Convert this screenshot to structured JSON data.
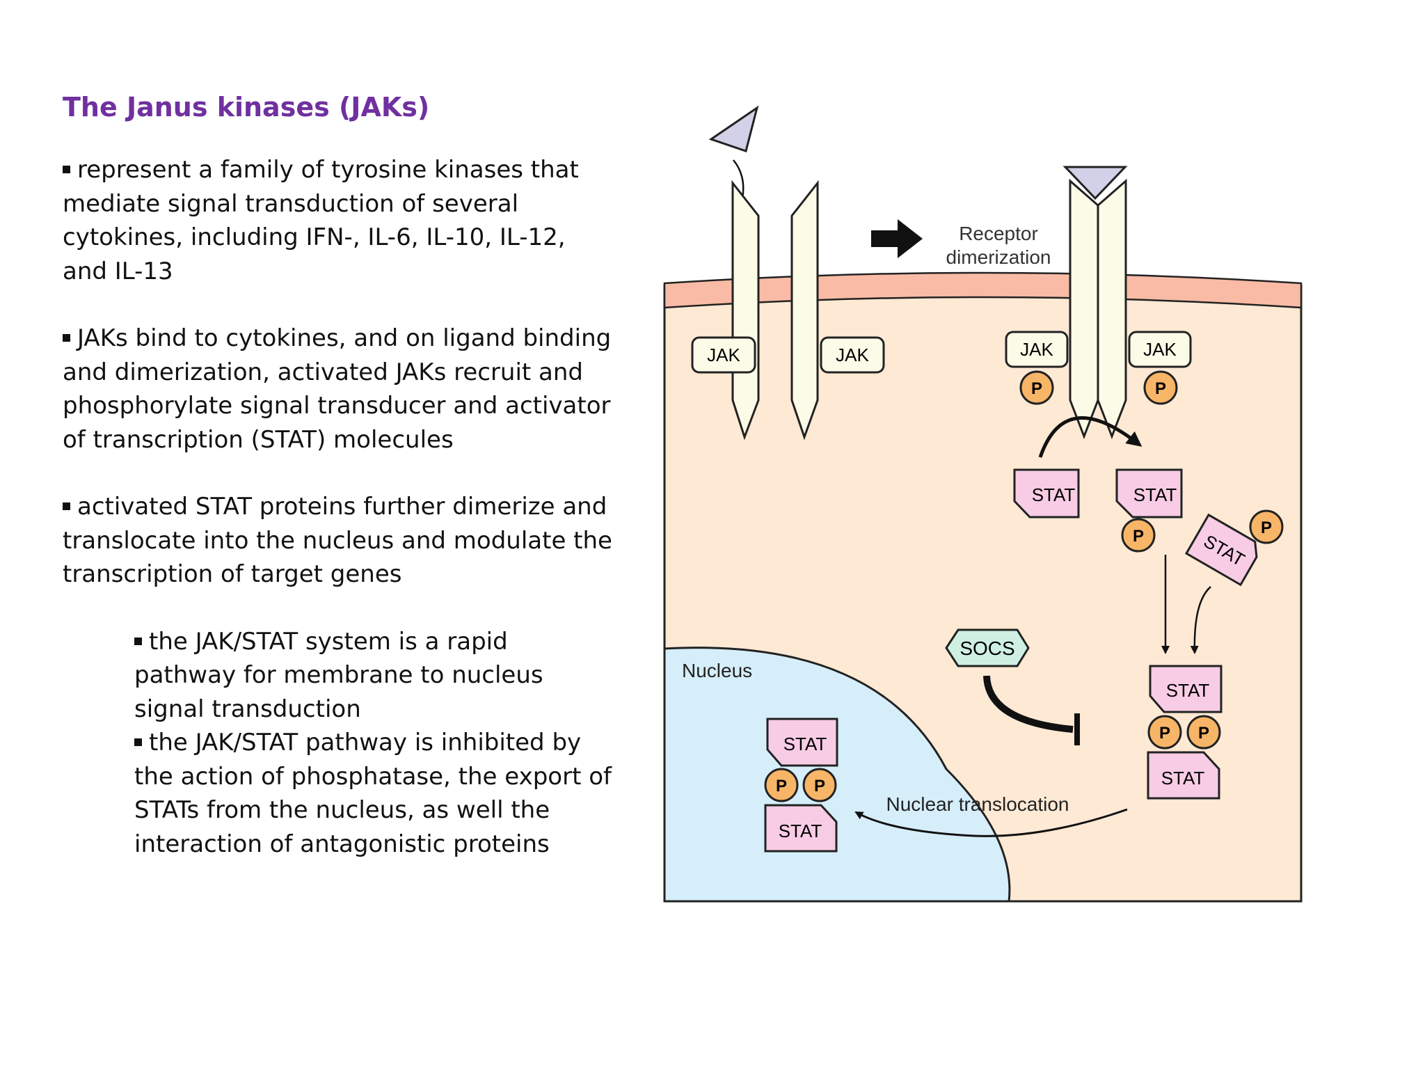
{
  "slide": {
    "title": "The Janus kinases (JAKs)",
    "bullets": [
      "represent a family of tyrosine kinases that mediate signal transduction of several cytokines, including IFN-, IL-6, IL-10, IL-12, and IL-13",
      "JAKs bind to cytokines, and on ligand binding and dimerization, activated JAKs recruit and phosphorylate signal transducer and activator of transcription (STAT) molecules",
      "activated STAT proteins further dimerize and translocate into the nucleus and modulate the transcription of target genes"
    ],
    "sub_bullets": [
      "the JAK/STAT system is a rapid pathway for membrane to nucleus signal transduction",
      "the JAK/STAT pathway is inhibited by the action of phosphatase, the export of STATs from the nucleus, as well the interaction of antagonistic proteins"
    ]
  },
  "diagram": {
    "receptor_label_line1": "Receptor",
    "receptor_label_line2": "dimerization",
    "jak_label": "JAK",
    "p_label": "P",
    "stat_label": "STAT",
    "socs_label": "SOCS",
    "nucleus_label": "Nucleus",
    "translocation_label": "Nuclear translocation",
    "colors": {
      "title": "#7030A0",
      "membrane": "#F9BBA5",
      "cytoplasm": "#FDE9D4",
      "nucleus": "#D6EEFA",
      "receptor": "#FBFBE8",
      "stat": "#F7CCE4",
      "phosphate": "#F7B567",
      "socs": "#CFEFE3",
      "ligand": "#D3D1E8"
    }
  }
}
